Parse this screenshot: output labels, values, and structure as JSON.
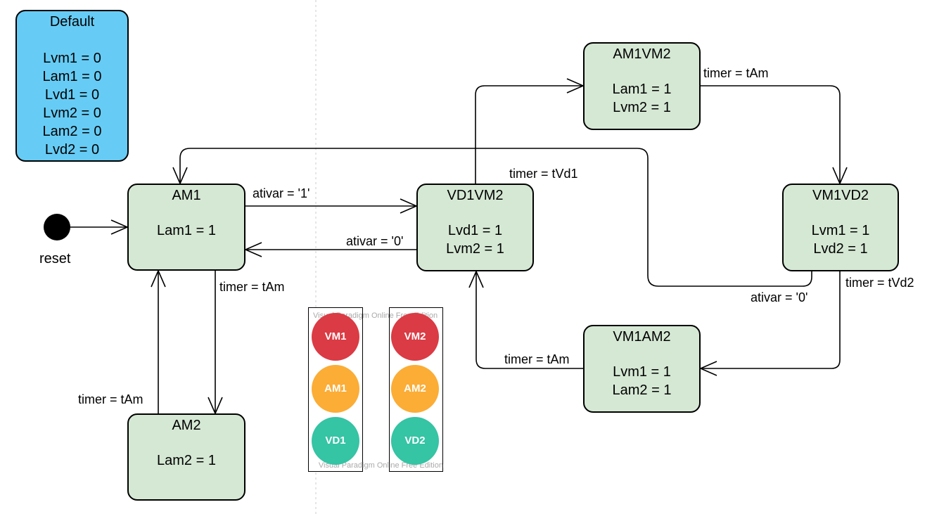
{
  "default_box": {
    "title": "Default",
    "lines": [
      "Lvm1 = 0",
      "Lam1 = 0",
      "Lvd1 = 0",
      "Lvm2 = 0",
      "Lam2 = 0",
      "Lvd2 = 0"
    ]
  },
  "initial": {
    "label": "reset"
  },
  "states": {
    "am1": {
      "name": "AM1",
      "vars": [
        "Lam1 = 1"
      ]
    },
    "am2": {
      "name": "AM2",
      "vars": [
        "Lam2 = 1"
      ]
    },
    "vd1vm2": {
      "name": "VD1VM2",
      "vars": [
        "Lvd1 = 1",
        "Lvm2 = 1"
      ]
    },
    "am1vm2": {
      "name": "AM1VM2",
      "vars": [
        "Lam1 = 1",
        "Lvm2 = 1"
      ]
    },
    "vm1vd2": {
      "name": "VM1VD2",
      "vars": [
        "Lvm1 = 1",
        "Lvd2 = 1"
      ]
    },
    "vm1am2": {
      "name": "VM1AM2",
      "vars": [
        "Lvm1 = 1",
        "Lam2 = 1"
      ]
    }
  },
  "transitions": {
    "am1_to_vd1vm2": "ativar = '1'",
    "vd1vm2_to_am1": "ativar = '0'",
    "am1_to_am2": "timer = tAm",
    "am2_to_am1": "timer = tAm",
    "vd1vm2_to_am1vm2": "timer = tVd1",
    "am1vm2_to_vm1vd2": "timer = tAm",
    "vm1vd2_to_am1": "ativar = '0'",
    "vm1vd2_to_vm1am2": "timer = tVd2",
    "vm1am2_to_vd1vm2": "timer = tAm"
  },
  "traffic_lights": {
    "left": {
      "red": "VM1",
      "yellow": "AM1",
      "green": "VD1"
    },
    "right": {
      "red": "VM2",
      "yellow": "AM2",
      "green": "VD2"
    },
    "watermark_top": "Visual Paradigm Online Free Edition",
    "watermark_bottom": "Visual Paradigm Online Free Edition"
  },
  "colors": {
    "state_fill": "#d5e8d4",
    "default_fill": "#66ccf5",
    "red": "#db3b44",
    "yellow": "#fbad36",
    "green": "#35c4a4"
  }
}
